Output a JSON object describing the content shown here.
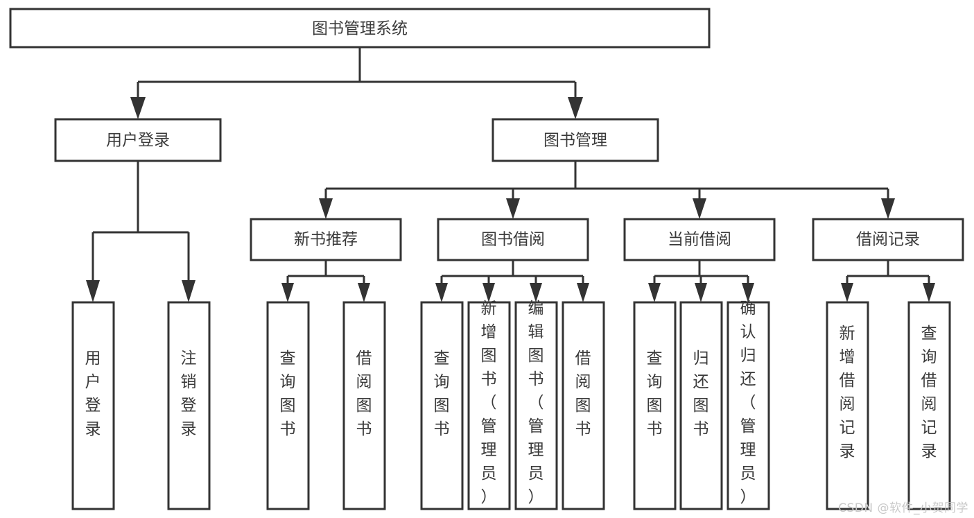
{
  "diagram": {
    "title": "图书管理系统",
    "watermark": "CSDN @软件_小贺同学",
    "colors": {
      "box_stroke": "#333333",
      "box_fill": "#ffffff",
      "text": "#3a3a3a",
      "connector": "#333333",
      "watermark": "#c9c9c9",
      "background": "#ffffff"
    },
    "nodes": {
      "root": {
        "label": "图书管理系统"
      },
      "level2": [
        {
          "label": "用户登录"
        },
        {
          "label": "图书管理"
        }
      ],
      "level3": [
        {
          "label": "新书推荐"
        },
        {
          "label": "图书借阅"
        },
        {
          "label": "当前借阅"
        },
        {
          "label": "借阅记录"
        }
      ],
      "leaves_user_login": [
        {
          "label": "用户登录"
        },
        {
          "label": "注销登录"
        }
      ],
      "leaves_new_book": [
        {
          "label": "查询图书"
        },
        {
          "label": "借阅图书"
        }
      ],
      "leaves_borrow": [
        {
          "label": "查询图书"
        },
        {
          "label": "新增图书（管理员）"
        },
        {
          "label": "编辑图书（管理员）"
        },
        {
          "label": "借阅图书"
        }
      ],
      "leaves_current": [
        {
          "label": "查询图书"
        },
        {
          "label": "归还图书"
        },
        {
          "label": "确认归还（管理员）"
        }
      ],
      "leaves_record": [
        {
          "label": "新增借阅记录"
        },
        {
          "label": "查询借阅记录"
        }
      ]
    }
  }
}
